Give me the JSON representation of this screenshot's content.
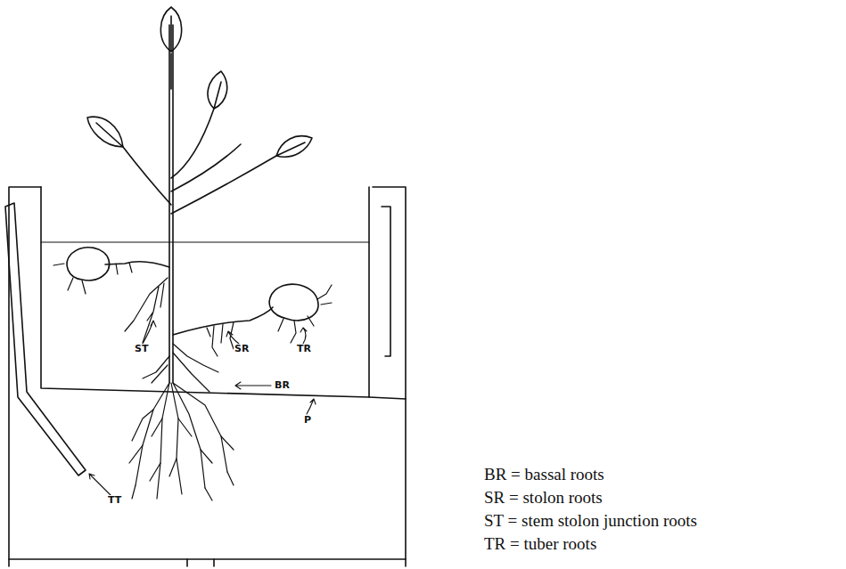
{
  "diagram": {
    "labels": [
      "ST",
      "SR",
      "TR",
      "BR",
      "P",
      "TT",
      "BR = bassal roots",
      "SR = stolon roots",
      "ST = stem stolon junction roots",
      "TR = tuber roots"
    ]
  }
}
